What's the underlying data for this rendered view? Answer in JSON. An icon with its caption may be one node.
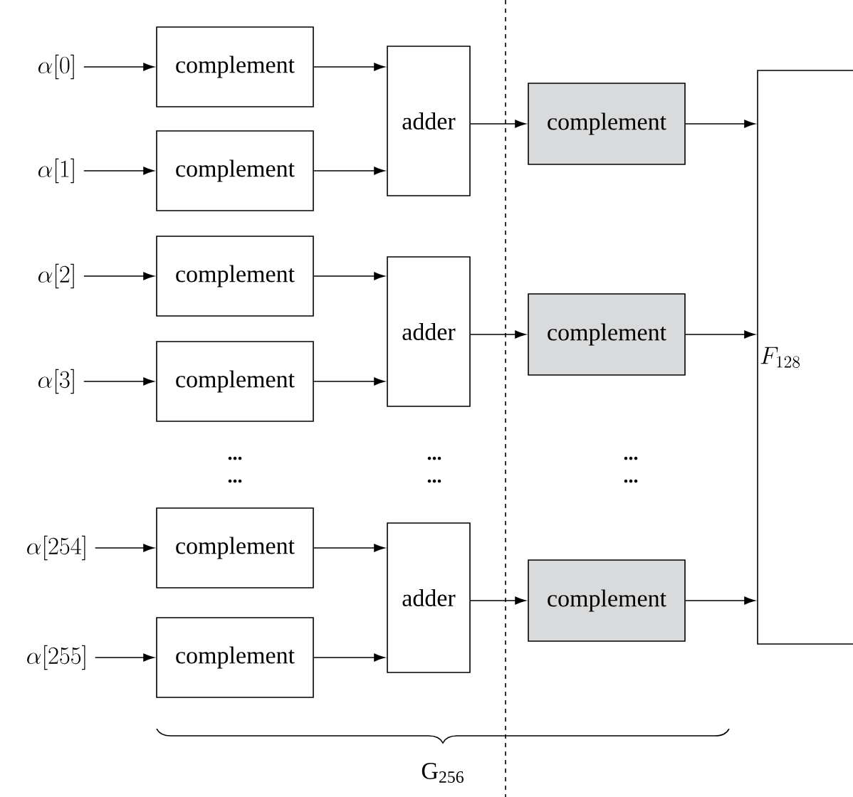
{
  "diagram": {
    "nodes": [
      {
        "text": [
          "\\alpha[0]"
        ]
      },
      {
        "text": [
          "\\alpha[1]"
        ]
      },
      {
        "text": [
          "\\alpha[2]"
        ]
      },
      {
        "text": [
          "\\alpha[3]"
        ]
      },
      {
        "text": [
          "\\alpha[254]"
        ]
      },
      {
        "text": [
          "\\alpha[255]"
        ]
      },
      {
        "text": [
          "complement"
        ]
      },
      {
        "text": [
          "complement"
        ]
      },
      {
        "text": [
          "complement"
        ]
      },
      {
        "text": [
          "complement"
        ]
      },
      {
        "text": [
          "complement"
        ]
      },
      {
        "text": [
          "complement"
        ]
      },
      {
        "text": [
          "adder"
        ]
      },
      {
        "text": [
          "adder"
        ]
      },
      {
        "text": [
          "adder"
        ]
      },
      {
        "text": [
          "complement"
        ]
      },
      {
        "text": [
          "complement"
        ]
      },
      {
        "text": [
          "complement"
        ]
      },
      {
        "text": [
          "F_{128}"
        ]
      }
    ],
    "edges": [
      {
        "from": 0,
        "to": 6,
        "arrow": "to"
      },
      {
        "from": 1,
        "to": 7,
        "arrow": "to"
      },
      {
        "from": 2,
        "to": 8,
        "arrow": "to"
      },
      {
        "from": 3,
        "to": 9,
        "arrow": "to"
      },
      {
        "from": 4,
        "to": 10,
        "arrow": "to"
      },
      {
        "from": 5,
        "to": 11,
        "arrow": "to"
      },
      {
        "from": 6,
        "to": 12,
        "arrow": "to"
      },
      {
        "from": 7,
        "to": 12,
        "arrow": "to"
      },
      {
        "from": 8,
        "to": 13,
        "arrow": "to"
      },
      {
        "from": 9,
        "to": 13,
        "arrow": "to"
      },
      {
        "from": 10,
        "to": 14,
        "arrow": "to"
      },
      {
        "from": 11,
        "to": 14,
        "arrow": "to"
      },
      {
        "from": 12,
        "to": 15,
        "arrow": "to"
      },
      {
        "from": 13,
        "to": 16,
        "arrow": "to"
      },
      {
        "from": 14,
        "to": 17,
        "arrow": "to"
      },
      {
        "from": 15,
        "to": 18,
        "arrow": "to"
      },
      {
        "from": 16,
        "to": 18,
        "arrow": "to"
      },
      {
        "from": 17,
        "to": 18,
        "arrow": "to"
      }
    ],
    "labels": [
      "...",
      "...",
      "...",
      "...",
      "...",
      "...",
      "G$_{256}$"
    ]
  }
}
